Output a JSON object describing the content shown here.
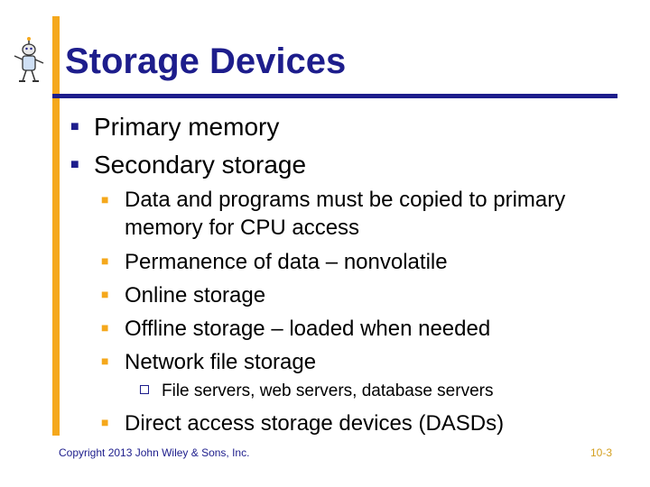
{
  "slide": {
    "title": "Storage Devices",
    "logo_icon": "robot-mascot-icon",
    "colors": {
      "title": "#1D1D8C",
      "accent_bar": "#F5A81C",
      "rule": "#1D1D8C"
    },
    "bullets": {
      "primary_memory": "Primary memory",
      "secondary_storage": "Secondary storage",
      "copied_to_primary": "Data and programs must be copied to primary memory for CPU access",
      "permanence": "Permanence of data – nonvolatile",
      "online": "Online storage",
      "offline": "Offline storage – loaded when needed",
      "network": "Network file storage",
      "file_servers": "File servers, web servers, database servers",
      "dasd": "Direct access storage devices (DASDs)"
    },
    "footer": {
      "copyright": "Copyright 2013 John Wiley & Sons, Inc.",
      "page_number": "10-3"
    }
  }
}
